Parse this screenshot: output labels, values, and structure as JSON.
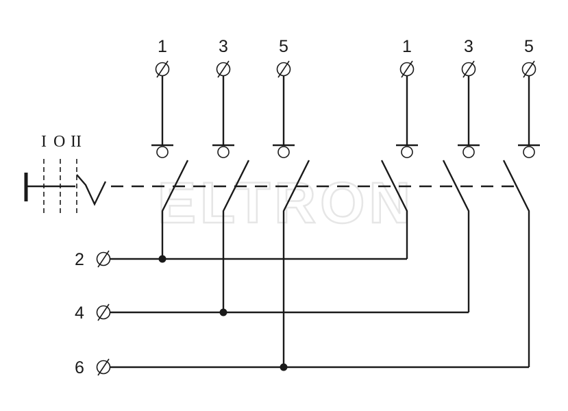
{
  "watermark": "ELTRON",
  "positions": {
    "p1": "I",
    "p0": "O",
    "p2": "II"
  },
  "top_terminals": [
    "1",
    "3",
    "5",
    "1",
    "3",
    "5"
  ],
  "left_terminals": [
    "2",
    "4",
    "6"
  ]
}
